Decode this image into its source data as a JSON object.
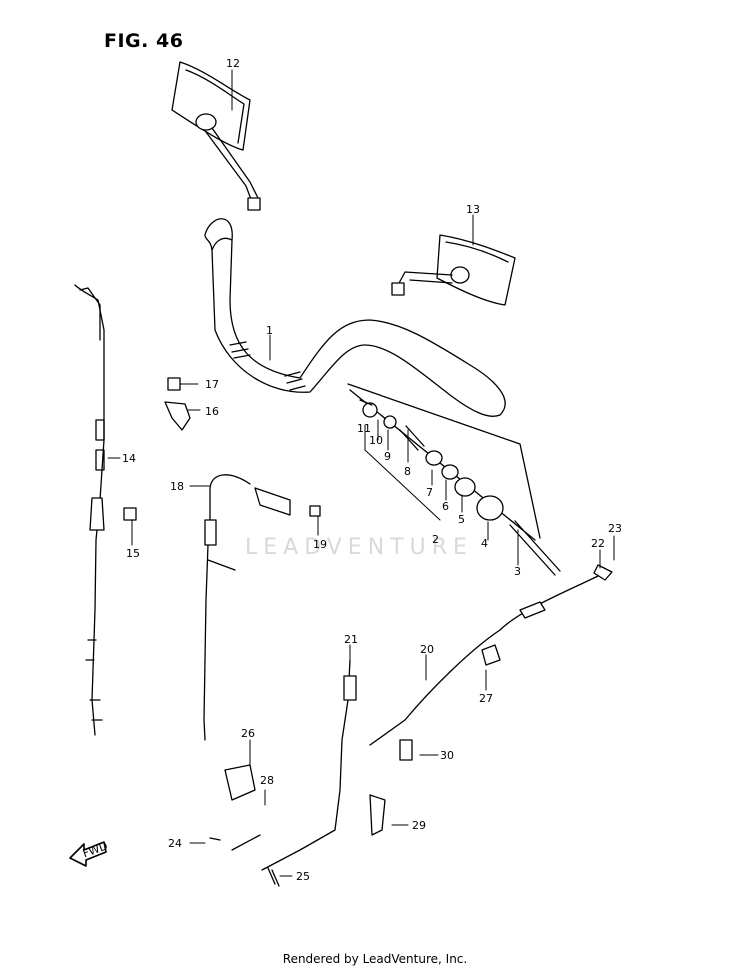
{
  "figure_title": "FIG. 46",
  "credit": "Rendered by LeadVenture, Inc.",
  "watermark": "LEADVENTURE",
  "fwd_label": "FWD",
  "callouts": [
    "1",
    "2",
    "3",
    "4",
    "5",
    "6",
    "7",
    "8",
    "9",
    "10",
    "11",
    "12",
    "13",
    "14",
    "15",
    "16",
    "17",
    "18",
    "19",
    "20",
    "21",
    "22",
    "23",
    "24",
    "25",
    "26",
    "27",
    "28",
    "29",
    "30"
  ]
}
